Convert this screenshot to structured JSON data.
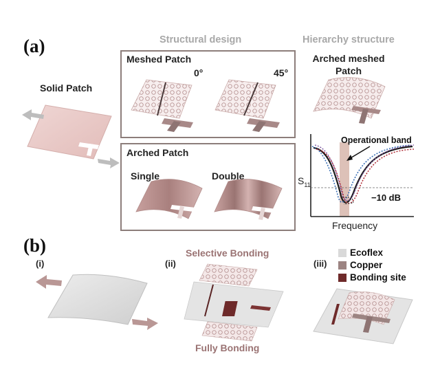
{
  "panel_a": {
    "label": "(a)",
    "structural_design_title": "Structural design",
    "hierarchy_title": "Hierarchy structure",
    "solid_patch_label": "Solid Patch",
    "meshed_patch": {
      "title": "Meshed Patch",
      "angle_0": "0°",
      "angle_45": "45°"
    },
    "arched_patch": {
      "title": "Arched Patch",
      "single": "Single",
      "double": "Double"
    },
    "arched_meshed_label": "Arched meshed Patch",
    "s11_plot": {
      "ylabel": "S",
      "ylabel_sub": "11",
      "xlabel": "Frequency",
      "operational_band": "Operational band",
      "threshold": "−10 dB"
    }
  },
  "panel_b": {
    "label": "(b)",
    "step_i": "(i)",
    "step_ii": "(ii)",
    "step_iii": "(iii)",
    "selective_bonding": "Selective Bonding",
    "fully_bonding": "Fully Bonding",
    "legend": [
      {
        "name": "Ecoflex",
        "color": "#d9d9d9"
      },
      {
        "name": "Copper",
        "color": "#9c8482"
      },
      {
        "name": "Bonding site",
        "color": "#6e2a2a"
      }
    ]
  },
  "colors": {
    "copper_light": "#e6c4c2",
    "copper_mid": "#c99f9c",
    "copper_dark": "#8e7473",
    "ecoflex": "#d9d9d9",
    "box_border": "#8c7d7a",
    "band_fill": "#ddc1b8"
  }
}
